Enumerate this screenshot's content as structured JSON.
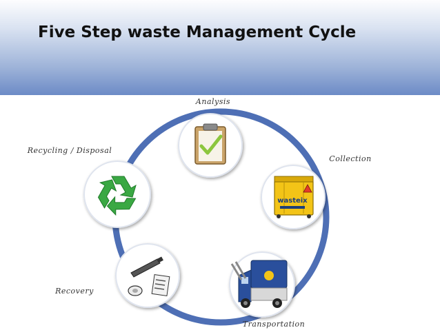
{
  "header": {
    "title": "Five Step waste Management Cycle"
  },
  "diagram": {
    "stages": [
      {
        "label": "Analysis",
        "icon": "clipboard-check-icon"
      },
      {
        "label": "Collection",
        "icon": "waste-bin-icon"
      },
      {
        "label": "Transportation",
        "icon": "garbage-truck-icon"
      },
      {
        "label": "Recovery",
        "icon": "recyclables-icon"
      },
      {
        "label": "Recycling / Disposal",
        "icon": "recycle-icon"
      }
    ],
    "bin_text": "wasteix",
    "colors": {
      "ring": "#4e6fb5",
      "node_fill": "#ffffff",
      "recycle_green": "#3aa843",
      "bin_yellow": "#f3c417",
      "truck_blue": "#2a4f9c"
    }
  }
}
